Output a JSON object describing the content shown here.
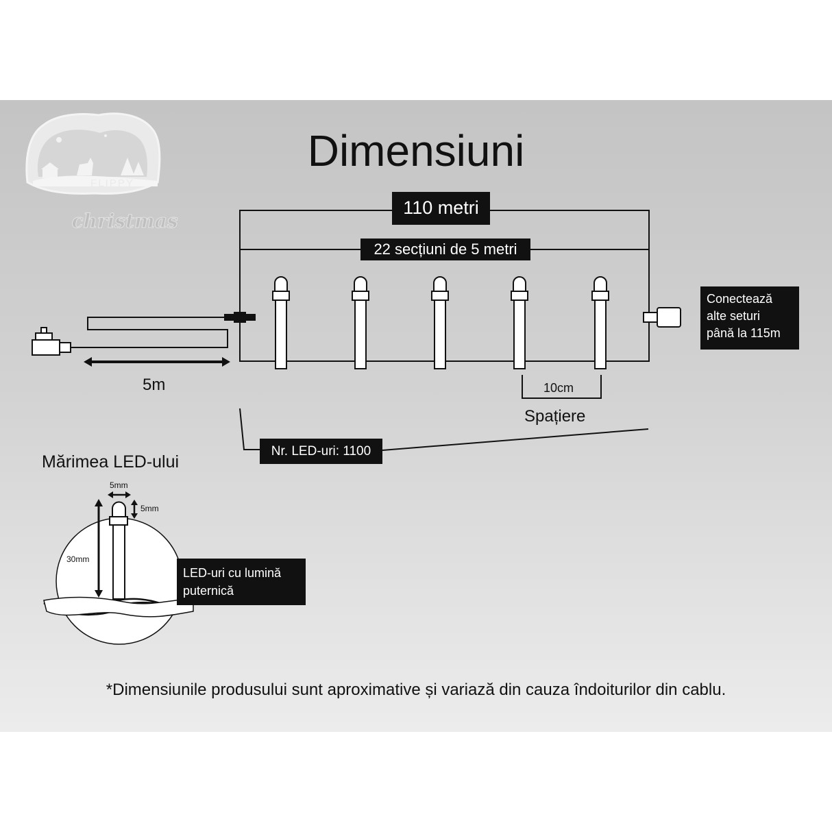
{
  "title": "Dimensiuni",
  "total_length_label": "110 metri",
  "sections_label": "22 secțiuni de 5 metri",
  "connect_label_lines": [
    "Conectează",
    "alte seturi",
    "până la 115m"
  ],
  "lead_cable_label": "5m",
  "spacing_value_label": "10cm",
  "spacing_label": "Spațiere",
  "led_count_label": "Nr. LED-uri: 1100",
  "led_size_title": "Mărimea LED-ului",
  "led_width_label": "5mm",
  "led_cap_label": "5mm",
  "led_height_label": "30mm",
  "bright_label_lines": [
    "LED-uri cu lumină",
    "puternică"
  ],
  "footnote": "*Dimensiunile produsului sunt aproximative și variază din cauza îndoiturilor din cablu.",
  "logo": {
    "top_text": "FLIPPY",
    "bottom_text": "christmas"
  },
  "colors": {
    "panel_top": "#c4c4c4",
    "panel_bottom": "#ececec",
    "label_bg": "#111111",
    "label_text": "#ffffff",
    "line": "#111111"
  }
}
